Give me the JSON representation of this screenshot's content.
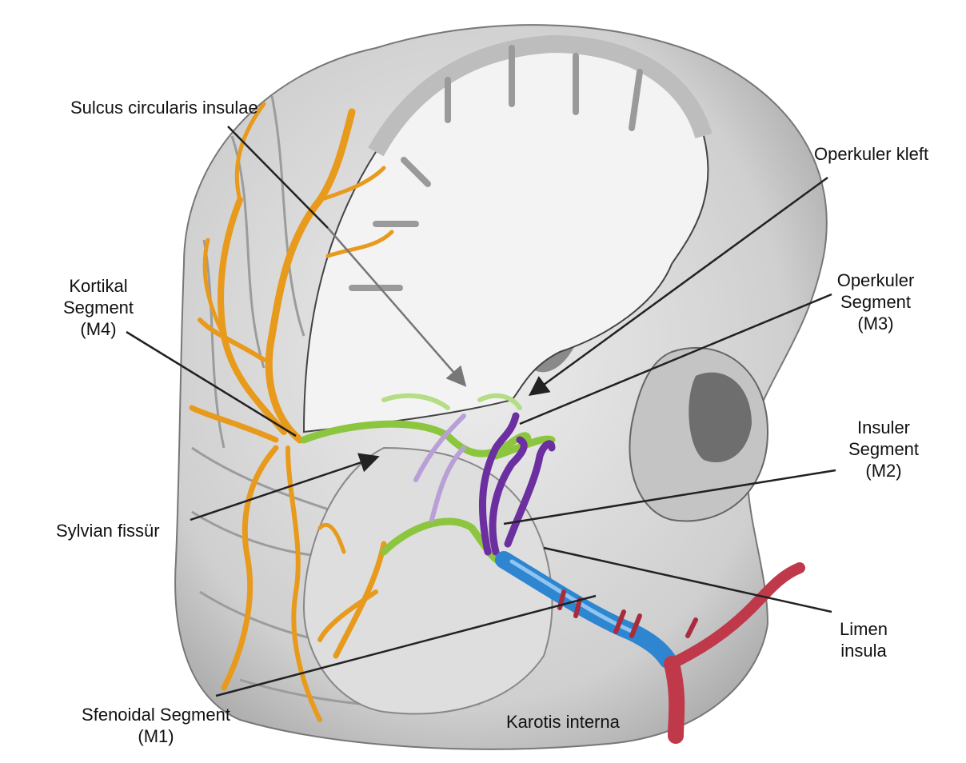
{
  "labels": {
    "sulcus": "Sulcus circularis insulae",
    "operkuler_kleft": "Operkuler kleft",
    "kortikal": [
      "Kortikal",
      "Segment",
      "(M4)"
    ],
    "operkuler_segment": [
      "Operkuler",
      "Segment",
      "(M3)"
    ],
    "insuler": [
      "Insuler",
      "Segment",
      "(M2)"
    ],
    "sylvian": "Sylvian fissür",
    "limen": [
      "Limen",
      "insula"
    ],
    "sfenoidal": [
      "Sfenoidal Segment",
      "(M1)"
    ],
    "karotis": "Karotis interna"
  },
  "colors": {
    "cortical_artery": "#e89a1c",
    "opercular_artery": "#8cc63f",
    "insular_artery": "#6b2fa0",
    "sphenoidal_artery": "#2f86d0",
    "internal_carotid": "#c0394a"
  }
}
